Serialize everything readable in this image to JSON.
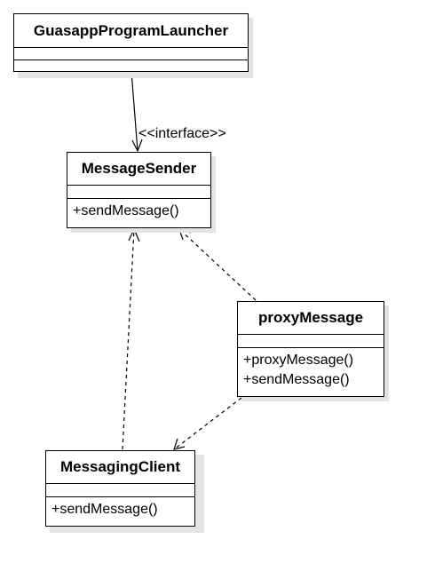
{
  "classes": {
    "launcher": {
      "name": "GuasappProgramLauncher"
    },
    "sender": {
      "name": "MessageSender",
      "ops": [
        "+sendMessage()"
      ]
    },
    "proxy": {
      "name": "proxyMessage",
      "ops": [
        "+proxyMessage()",
        "+sendMessage()"
      ]
    },
    "client": {
      "name": "MessagingClient",
      "ops": [
        "+sendMessage()"
      ]
    }
  },
  "relations": {
    "launcher_to_sender": {
      "label": "<<interface>>"
    }
  }
}
